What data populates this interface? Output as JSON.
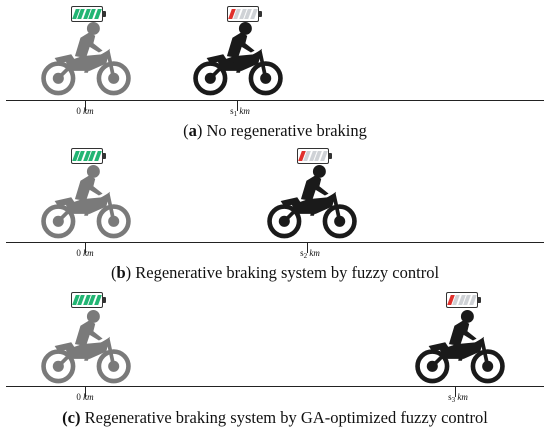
{
  "colors": {
    "full": "#22b573",
    "low": "#e0302c",
    "empty": "#cfd2d6"
  },
  "panels": [
    {
      "caption": {
        "letter": "a",
        "text": " No regenerative braking"
      },
      "start_label": {
        "value": "0",
        "unit": "km"
      },
      "end_label": {
        "prefix": "s",
        "sub": "1",
        "unit": "km"
      },
      "battery_start": {
        "level": 1.0
      },
      "battery_end": {
        "level": 0.2
      }
    },
    {
      "caption": {
        "letter": "b",
        "text": " Regenerative braking system by fuzzy control"
      },
      "start_label": {
        "value": "0",
        "unit": "km"
      },
      "end_label": {
        "prefix": "s",
        "sub": "2",
        "unit": "km"
      },
      "battery_start": {
        "level": 1.0
      },
      "battery_end": {
        "level": 0.2
      }
    },
    {
      "caption": {
        "letter": "(c)",
        "text": " Regenerative braking system by GA-optimized fuzzy control"
      },
      "start_label": {
        "value": "0",
        "unit": "km"
      },
      "end_label": {
        "prefix": "s",
        "sub": "3",
        "unit": "km"
      },
      "battery_start": {
        "level": 1.0
      },
      "battery_end": {
        "level": 0.2
      }
    }
  ]
}
